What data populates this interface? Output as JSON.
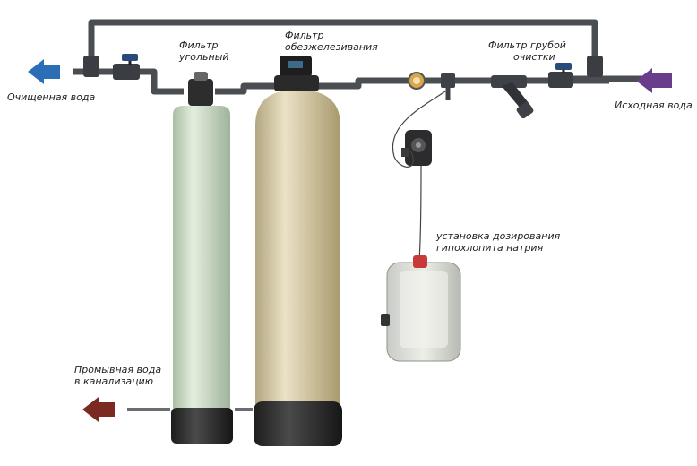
{
  "labels": {
    "carbon_filter": [
      "Фильтр",
      "угольный"
    ],
    "iron_filter": [
      "Фильтр",
      "обезжелезивания"
    ],
    "coarse_filter": [
      "Фильтр грубой",
      "очистки"
    ],
    "clean_water": "Очищенная вода",
    "source_water": "Исходная вода",
    "dosing": [
      "установка дозирования",
      "гипохлопита натрия"
    ],
    "drain": [
      "Промывная вода",
      "в канализацию"
    ]
  },
  "colors": {
    "pipe": "#4a4d52",
    "clean_arrow": "#2a6fb5",
    "source_arrow": "#6a3d8c",
    "drain_arrow": "#7a2a22",
    "carbon_tank": "#c8d8c0",
    "iron_tank": "#cfc4a4",
    "tank_base": "#2b2b2b"
  },
  "icons": [
    "arrow-left-icon",
    "valve-icon",
    "control-head-icon",
    "dosing-pump-icon",
    "canister-icon"
  ]
}
